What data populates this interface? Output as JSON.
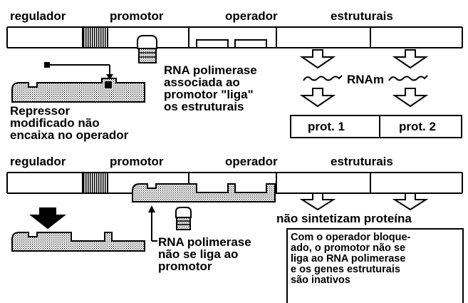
{
  "top": {
    "labels": {
      "regulador": "regulador",
      "promotor": "promotor",
      "operador": "operador",
      "estruturais": "estruturais"
    },
    "polymerase_caption": [
      "RNA polimerase",
      "associada ao",
      "promotor \"liga\"",
      "os estruturais"
    ],
    "repressor_caption": [
      "Repressor",
      "modificado não",
      "encaixa no operador"
    ],
    "mrna_label": "RNAm",
    "proteins": [
      "prot. 1",
      "prot. 2"
    ]
  },
  "bottom": {
    "labels": {
      "regulador": "regulador",
      "promotor": "promotor",
      "operador": "operador",
      "estruturais": "estruturais"
    },
    "no_protein_label": "não sintetizam proteína",
    "polymerase_caption": [
      "RNA polimerase",
      "não se liga ao",
      "promotor"
    ],
    "explanation": [
      "Com o operador bloque-",
      "ado, o promotor não se",
      "liga ao RNA polimerase",
      "e os genes estruturais",
      "são inativos"
    ]
  },
  "colors": {
    "ink": "#000000",
    "background": "#ffffff",
    "dot_fill": "#9a9a9a"
  }
}
